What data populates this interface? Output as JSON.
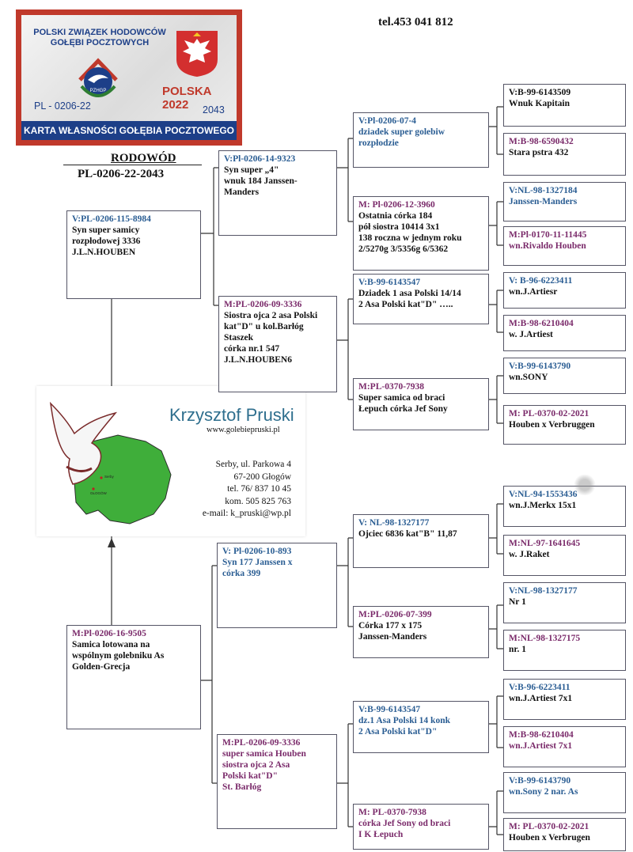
{
  "header": {
    "phone": "tel.453 041 812",
    "pedigree_title": "RODOWÓD",
    "pedigree_ring": "PL-0206-22-2043"
  },
  "ownership_card": {
    "org_line1": "POLSKI ZWIĄZEK HODOWCÓW",
    "org_line2": "GOŁĘBI POCZTOWYCH",
    "logo_text": "PZHGP",
    "country_year": "POLSKA 2022",
    "ring": "PL - 0206-22",
    "ring_number": "2043",
    "bar_text": "KARTA WŁASNOŚCI GOŁĘBIA POCZTOWEGO",
    "border_color": "#c0392b",
    "accent_color": "#1d3f88"
  },
  "business_card": {
    "name": "Krzysztof Pruski",
    "website": "www.golebiepruski.pl",
    "lines": [
      "Serby, ul. Parkowa 4",
      "67-200 Głogów",
      "tel. 76/ 837 10 45",
      "kom. 505 825 763",
      "e-mail: k_pruski@wp.pl"
    ],
    "map_labels": [
      "Serby",
      "GŁOGÓW"
    ]
  },
  "pedigree": {
    "sire": {
      "id": "V:PL-0206-115-8984",
      "desc": "Syn super samicy\nrozpłodowej 3336\nJ.L.N.HOUBEN",
      "id_color": "blue",
      "desc_color": "black"
    },
    "dam": {
      "id": "M:Pl-0206-16-9505",
      "desc": "Samica lotowana na\nwspólnym golebniku As\nGolden-Grecja",
      "id_color": "purple",
      "desc_color": "black"
    },
    "gen2": [
      {
        "id": "V:Pl-0206-14-9323",
        "desc": "Syn super „4\"\nwnuk 184 Janssen-\nManders",
        "id_color": "blue",
        "desc_color": "black"
      },
      {
        "id": "M:PL-0206-09-3336",
        "desc": "Siostra ojca 2 asa Polski\nkat\"D\" u kol.Barłóg\nStaszek\ncórka nr.1 547\nJ.L.N.HOUBEN6",
        "id_color": "purple",
        "desc_color": "black"
      },
      {
        "id": "V: Pl-0206-10-893",
        "desc": "Syn 177 Janssen x\ncórka 399",
        "id_color": "blue",
        "desc_color": "blue"
      },
      {
        "id": "M:PL-0206-09-3336",
        "desc": "super samica Houben\nsiostra ojca 2 Asa\nPolski kat\"D\"\nSt. Barłóg",
        "id_color": "purple",
        "desc_color": "purple"
      }
    ],
    "gen3": [
      {
        "id": "V:Pl-0206-07-4",
        "desc": "dziadek super golebiw\nrozpłodzie",
        "id_color": "blue",
        "desc_color": "blue"
      },
      {
        "id": "M: Pl-0206-12-3960",
        "desc": "Ostatnia córka 184\npół siostra 10414  3x1\n138 roczna w jednym roku\n2/5270g  3/5356g  6/5362",
        "id_color": "purple",
        "desc_color": "black"
      },
      {
        "id": "V:B-99-6143547",
        "desc": "Dziadek 1 asa Polski 14/14\n2 Asa Polski kat\"D\" …..",
        "id_color": "blue",
        "desc_color": "black"
      },
      {
        "id": "M:PL-0370-7938",
        "desc": "Super samica od braci\nŁepuch córka Jef Sony",
        "id_color": "purple",
        "desc_color": "black"
      },
      {
        "id": "V: NL-98-1327177",
        "desc": "Ojciec 6836 kat\"B\" 11,87",
        "id_color": "blue",
        "desc_color": "black"
      },
      {
        "id": "M:PL-0206-07-399",
        "desc": "Córka  177 x 175\nJanssen-Manders",
        "id_color": "purple",
        "desc_color": "black"
      },
      {
        "id": "V:B-99-6143547",
        "desc": "dz.1 Asa Polski 14 konk\n2 Asa Polski kat\"D\"",
        "id_color": "blue",
        "desc_color": "blue"
      },
      {
        "id": "M: PL-0370-7938",
        "desc": "córka Jef Sony od braci\nI K Łepuch",
        "id_color": "purple",
        "desc_color": "purple"
      }
    ],
    "gen4": [
      {
        "id": "V:B-99-6143509",
        "desc": "Wnuk Kapitain",
        "id_color": "black",
        "desc_color": "black"
      },
      {
        "id": "M:B-98-6590432",
        "desc": "Stara pstra 432",
        "id_color": "purple",
        "desc_color": "black"
      },
      {
        "id": "V:NL-98-1327184",
        "desc": "Janssen-Manders",
        "id_color": "blue",
        "desc_color": "blue"
      },
      {
        "id": "M:Pl-0170-11-11445",
        "desc": "wn.Rivaldo Houben",
        "id_color": "purple",
        "desc_color": "purple"
      },
      {
        "id": "V: B-96-6223411",
        "desc": "wn.J.Artiesr",
        "id_color": "blue",
        "desc_color": "black"
      },
      {
        "id": "M:B-98-6210404",
        "desc": "w. J.Artiest",
        "id_color": "purple",
        "desc_color": "black"
      },
      {
        "id": "V:B-99-6143790",
        "desc": "wn.SONY",
        "id_color": "blue",
        "desc_color": "black"
      },
      {
        "id": "M: PL-0370-02-2021",
        "desc": "Houben x Verbruggen",
        "id_color": "purple",
        "desc_color": "black"
      },
      {
        "id": "V:NL-94-1553436",
        "desc": "wn.J.Merkx 15x1",
        "id_color": "blue",
        "desc_color": "black"
      },
      {
        "id": "M:NL-97-1641645",
        "desc": "w. J.Raket",
        "id_color": "purple",
        "desc_color": "black"
      },
      {
        "id": "V:NL-98-1327177",
        "desc": "Nr 1",
        "id_color": "blue",
        "desc_color": "black"
      },
      {
        "id": "M:NL-98-1327175",
        "desc": "nr. 1",
        "id_color": "purple",
        "desc_color": "black"
      },
      {
        "id": "V:B-96-6223411",
        "desc": "wn.J.Artiest 7x1",
        "id_color": "blue",
        "desc_color": "black"
      },
      {
        "id": "M:B-98-6210404",
        "desc": "wn.J.Artiest 7x1",
        "id_color": "purple",
        "desc_color": "purple"
      },
      {
        "id": "V:B-99-6143790",
        "desc": "wn.Sony 2 nar. As",
        "id_color": "blue",
        "desc_color": "blue"
      },
      {
        "id": "M: PL-0370-02-2021",
        "desc": "Houben x Verbrugen",
        "id_color": "purple",
        "desc_color": "black"
      }
    ]
  }
}
